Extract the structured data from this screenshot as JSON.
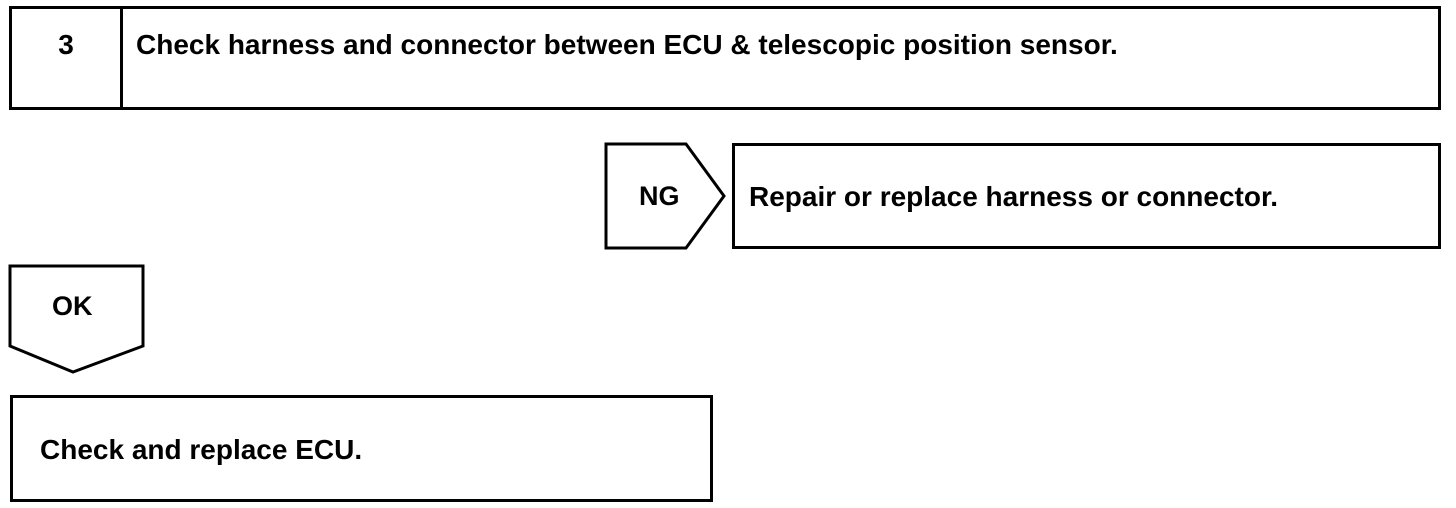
{
  "step": {
    "number": "3",
    "title": "Check harness and connector between ECU & telescopic position sensor."
  },
  "ng_branch": {
    "label": "NG",
    "action": "Repair or replace harness or connector."
  },
  "ok_branch": {
    "label": "OK",
    "action": "Check and replace ECU."
  }
}
